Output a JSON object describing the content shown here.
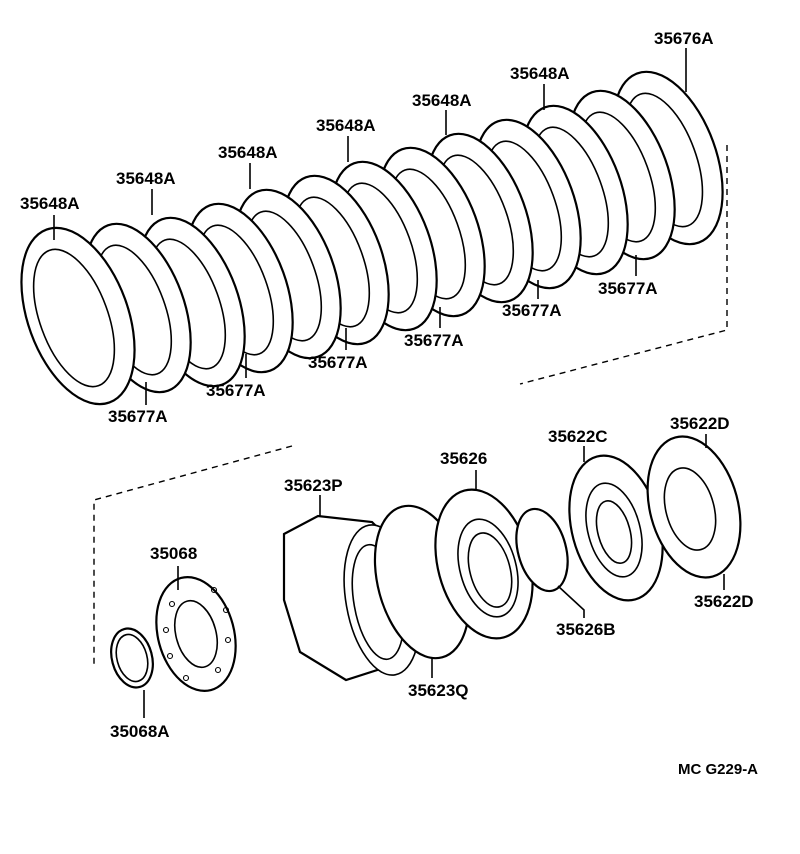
{
  "diagram": {
    "drawing_code": "MC  G229-A",
    "parts": {
      "p35676A": "35676A",
      "p35648A_1": "35648A",
      "p35648A_2": "35648A",
      "p35648A_3": "35648A",
      "p35648A_4": "35648A",
      "p35648A_5": "35648A",
      "p35648A_6": "35648A",
      "p35677A_1": "35677A",
      "p35677A_2": "35677A",
      "p35677A_3": "35677A",
      "p35677A_4": "35677A",
      "p35677A_5": "35677A",
      "p35677A_6": "35677A",
      "p35622D_top": "35622D",
      "p35622D_bottom": "35622D",
      "p35622C": "35622C",
      "p35626": "35626",
      "p35626B": "35626B",
      "p35623P": "35623P",
      "p35623Q": "35623Q",
      "p35068": "35068",
      "p35068A": "35068A"
    }
  }
}
